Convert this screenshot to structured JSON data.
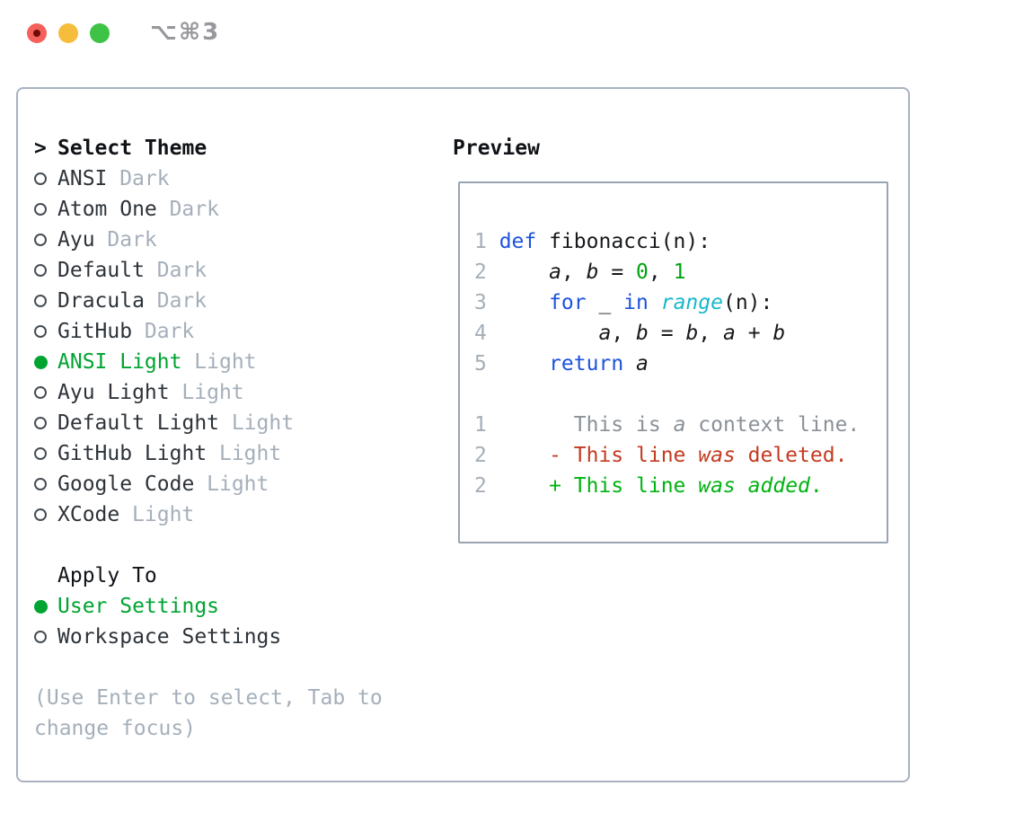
{
  "window": {
    "title": "⌥⌘3"
  },
  "titlebar": {
    "buttons": [
      {
        "name": "close"
      },
      {
        "name": "minimize"
      },
      {
        "name": "zoom"
      }
    ]
  },
  "panel": {
    "select_theme": {
      "prefix": ">",
      "header": "Select Theme",
      "items": [
        {
          "name": "ANSI",
          "variant": "Dark",
          "selected": false
        },
        {
          "name": "Atom One",
          "variant": "Dark",
          "selected": false
        },
        {
          "name": "Ayu",
          "variant": "Dark",
          "selected": false
        },
        {
          "name": "Default",
          "variant": "Dark",
          "selected": false
        },
        {
          "name": "Dracula",
          "variant": "Dark",
          "selected": false
        },
        {
          "name": "GitHub",
          "variant": "Dark",
          "selected": false
        },
        {
          "name": "ANSI Light",
          "variant": "Light",
          "selected": true
        },
        {
          "name": "Ayu Light",
          "variant": "Light",
          "selected": false
        },
        {
          "name": "Default Light",
          "variant": "Light",
          "selected": false
        },
        {
          "name": "GitHub Light",
          "variant": "Light",
          "selected": false
        },
        {
          "name": "Google Code",
          "variant": "Light",
          "selected": false
        },
        {
          "name": "XCode",
          "variant": "Light",
          "selected": false
        }
      ]
    },
    "apply_to": {
      "header": "Apply To",
      "options": [
        {
          "label": "User Settings",
          "selected": true
        },
        {
          "label": "Workspace Settings",
          "selected": false
        }
      ]
    },
    "help_text": "(Use Enter to select, Tab to\nchange focus)"
  },
  "preview": {
    "header": "Preview",
    "lines": [
      {
        "n": "1",
        "toks": [
          [
            "def",
            "kw"
          ],
          [
            " fibonacci(n):",
            "pl"
          ]
        ]
      },
      {
        "n": "2",
        "toks": [
          [
            "    ",
            "pl"
          ],
          [
            "a",
            "var"
          ],
          [
            ", ",
            "pl"
          ],
          [
            "b",
            "var"
          ],
          [
            " = ",
            "pl"
          ],
          [
            "0",
            "num"
          ],
          [
            ", ",
            "pl"
          ],
          [
            "1",
            "num"
          ]
        ]
      },
      {
        "n": "3",
        "toks": [
          [
            "    ",
            "pl"
          ],
          [
            "for",
            "kw"
          ],
          [
            " _ ",
            "pl"
          ],
          [
            "in",
            "kw"
          ],
          [
            " ",
            "pl"
          ],
          [
            "range",
            "bi"
          ],
          [
            "(n):",
            "pl"
          ]
        ]
      },
      {
        "n": "4",
        "toks": [
          [
            "        ",
            "pl"
          ],
          [
            "a",
            "var"
          ],
          [
            ", ",
            "pl"
          ],
          [
            "b",
            "var"
          ],
          [
            " = ",
            "pl"
          ],
          [
            "b",
            "var"
          ],
          [
            ", ",
            "pl"
          ],
          [
            "a",
            "var"
          ],
          [
            " + ",
            "pl"
          ],
          [
            "b",
            "var"
          ]
        ]
      },
      {
        "n": "5",
        "toks": [
          [
            "    ",
            "pl"
          ],
          [
            "return",
            "kw"
          ],
          [
            " ",
            "pl"
          ],
          [
            "a",
            "var"
          ]
        ]
      },
      {
        "n": "",
        "toks": []
      },
      {
        "n": "1",
        "toks": [
          [
            "      This is ",
            "ctx"
          ],
          [
            "a",
            "ctx i"
          ],
          [
            " context line.",
            "ctx"
          ]
        ]
      },
      {
        "n": "2",
        "toks": [
          [
            "    - This line ",
            "del"
          ],
          [
            "was",
            "del i"
          ],
          [
            " deleted.",
            "del"
          ]
        ]
      },
      {
        "n": "2",
        "toks": [
          [
            "    + This line ",
            "add"
          ],
          [
            "was",
            "add i"
          ],
          [
            " ",
            "add"
          ],
          [
            "added",
            "add i"
          ],
          [
            ".",
            "add"
          ]
        ]
      }
    ]
  },
  "colors": {
    "accent-green": "#00a431",
    "keyword": "#1d53dc",
    "builtin": "#18b7cd",
    "number": "#00a211",
    "plain": "#17191c",
    "context": "#8a9198",
    "deleted": "#c43a20",
    "added": "#00b312",
    "lineno": "#a5aeb8",
    "muted": "#a5afba",
    "name-text": "#2d3339",
    "header-text": "#101317",
    "border": "#a9b2bf",
    "traffic-red": "#f6605a",
    "traffic-yellow": "#f6bd3c",
    "traffic-green": "#3ec346",
    "title-text": "#97979c"
  }
}
